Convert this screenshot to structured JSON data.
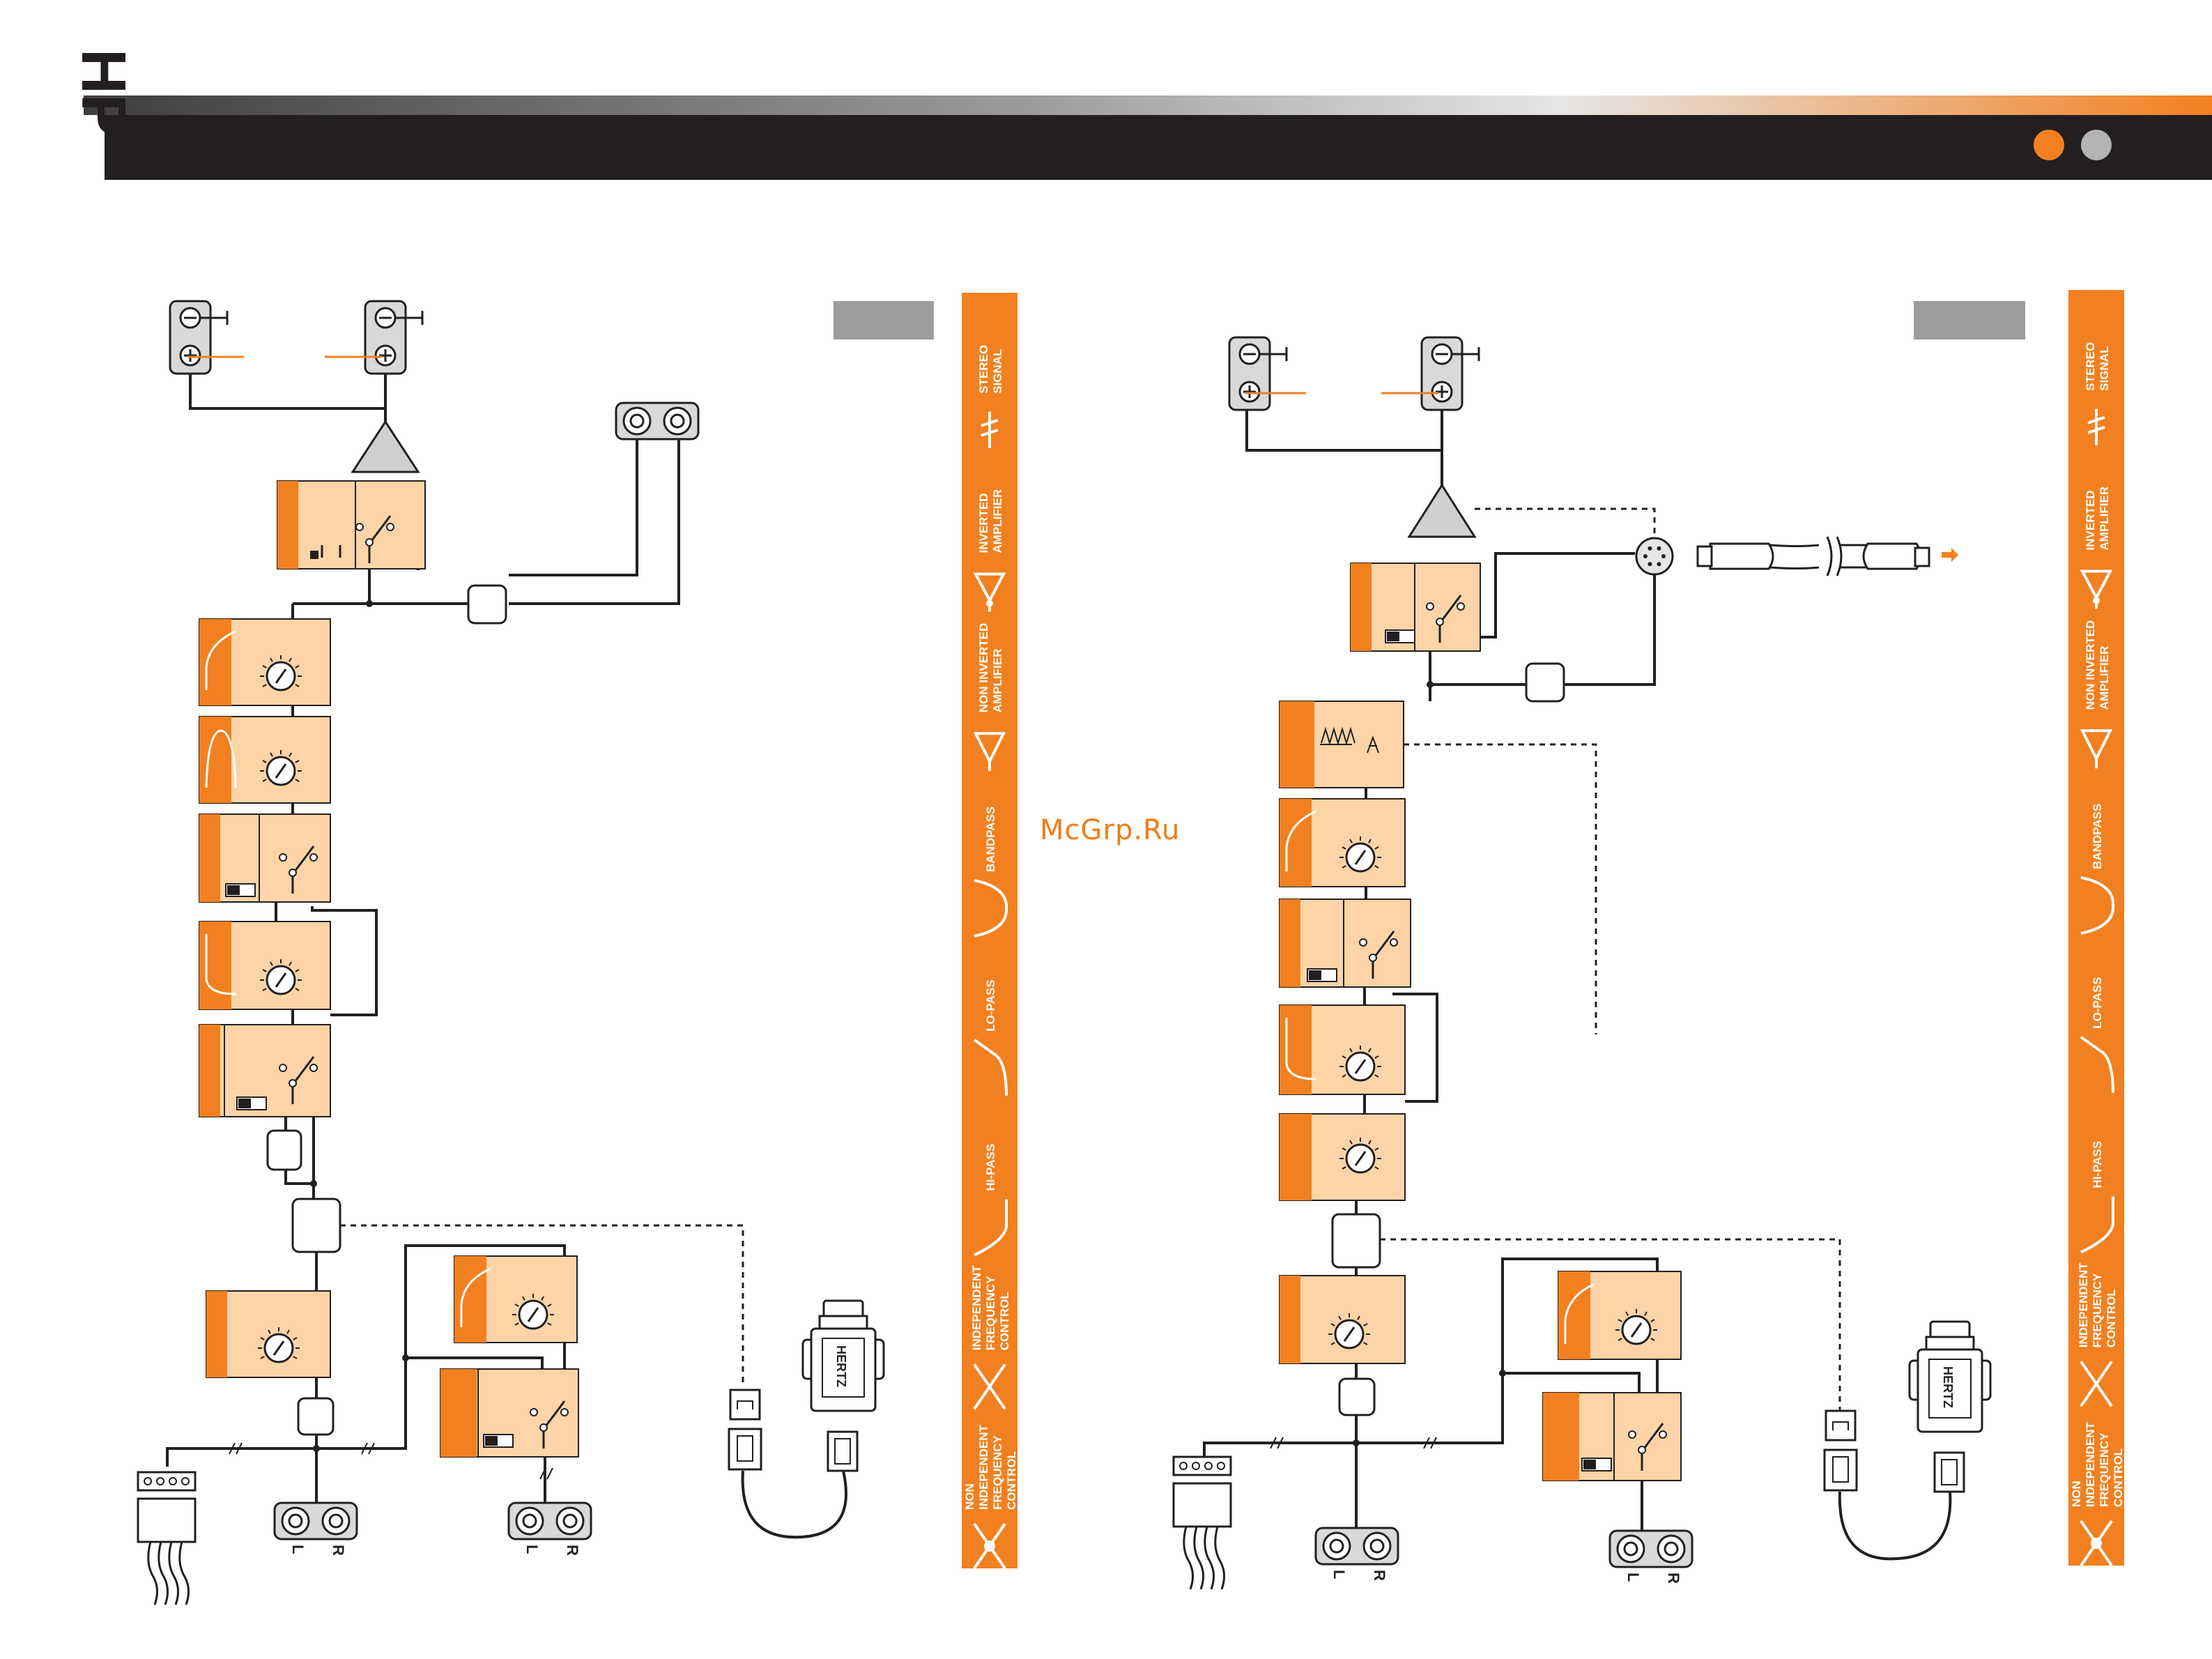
{
  "brand": {
    "logo_text": "HP"
  },
  "colors": {
    "orange": "#f28020",
    "peach": "#fdd4a7",
    "dark": "#231f20",
    "grey_mod": "#9d9d9d",
    "header_dot_1": "#f28020",
    "header_dot_2": "#b3b3b3"
  },
  "watermark": "McGrp.Ru",
  "legend": {
    "items": [
      {
        "label": "STEREO SIGNAL",
        "icon": "stereo-signal-icon"
      },
      {
        "label": "INVERTED AMPLIFIER",
        "icon": "inverted-amplifier-icon"
      },
      {
        "label": "NON INVERTED AMPLIFIER",
        "icon": "non-inverted-amplifier-icon"
      },
      {
        "label": "BANDPASS",
        "icon": "bandpass-icon"
      },
      {
        "label": "LO-PASS",
        "icon": "lo-pass-icon"
      },
      {
        "label": "HI-PASS",
        "icon": "hi-pass-icon"
      },
      {
        "label": "INDEPENDENT FREQUENCY CONTROL",
        "icon": "independent-frequency-control-icon"
      },
      {
        "label": "NON INDEPENDENT FREQUENCY CONTROL",
        "icon": "non-independent-frequency-control-icon"
      }
    ]
  },
  "diagram": {
    "rca_left": "L",
    "rca_right": "R",
    "remote_brand": "HERTZ"
  }
}
